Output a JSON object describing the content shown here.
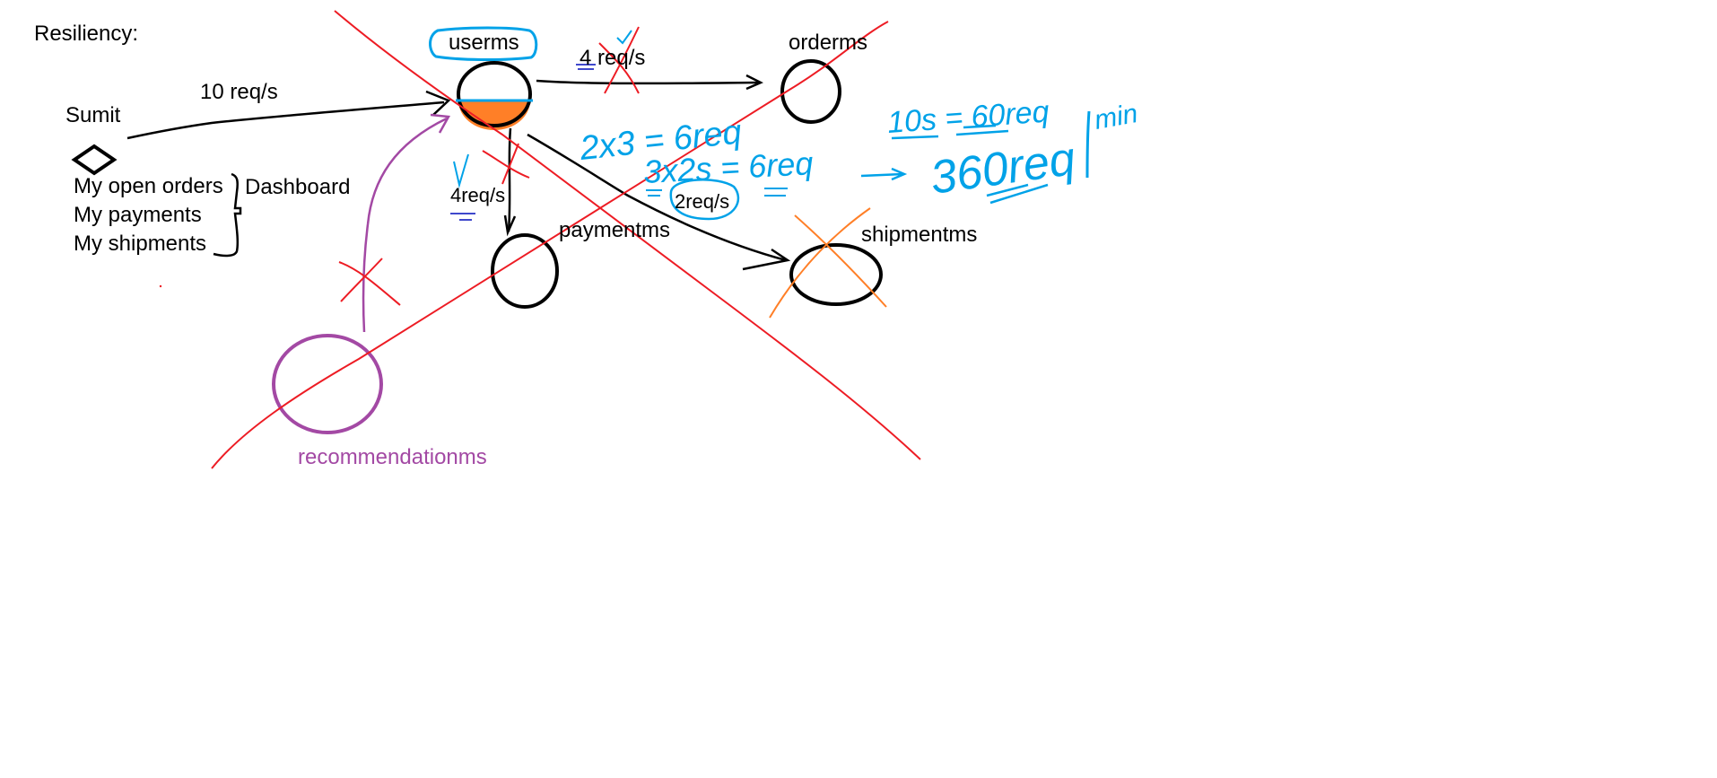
{
  "title": "Resiliency:",
  "user": {
    "name": "Sumit"
  },
  "dashboard": {
    "label": "Dashboard",
    "items": [
      "My open orders",
      "My payments",
      "My shipments"
    ]
  },
  "services": {
    "userms": "userms",
    "orderms": "orderms",
    "paymentms": "paymentms",
    "shipmentms": "shipmentms",
    "recommendationms": "recommendationms"
  },
  "rates": {
    "user_to_userms": "10 req/s",
    "userms_to_orderms": "4 req/s",
    "userms_to_paymentms": "4req/s",
    "userms_to_shipmentms": "2req/s"
  },
  "handwritten_math": {
    "line1": "2x3 = 6req",
    "line2": "3x2s = 6req",
    "line3": "10s = 60req",
    "line4": "360req",
    "unit": "min"
  },
  "colors": {
    "ink": "#000000",
    "cross_red": "#ed1c24",
    "annotation_blue": "#00a2e8",
    "recommendation_purple": "#a349a4",
    "cross_orange": "#ff7f27",
    "fill_orange": "#ff7f27",
    "underline_navy": "#3f48cc"
  }
}
